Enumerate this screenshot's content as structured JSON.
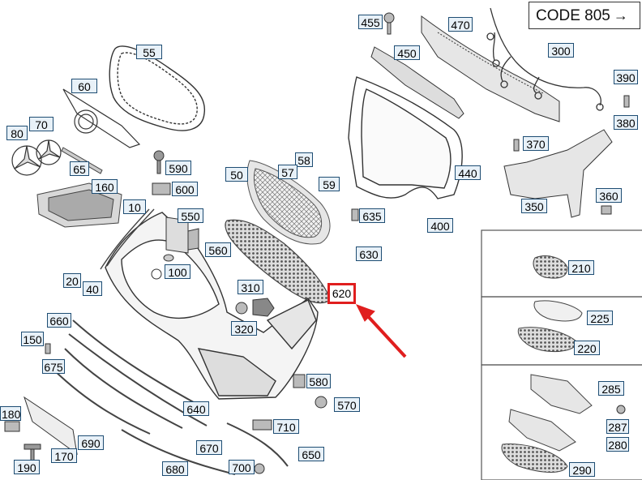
{
  "code_box": {
    "text": "CODE 805",
    "arrow": "→"
  },
  "highlight": {
    "label": "620",
    "color": "#e01e1e"
  },
  "callouts": [
    "455",
    "470",
    "55",
    "450",
    "300",
    "60",
    "390",
    "380",
    "80",
    "70",
    "370",
    "590",
    "58",
    "65",
    "160",
    "57",
    "50",
    "59",
    "440",
    "600",
    "360",
    "10",
    "550",
    "635",
    "350",
    "400",
    "560",
    "630",
    "100",
    "20",
    "310",
    "40",
    "660",
    "150",
    "320",
    "210",
    "225",
    "220",
    "675",
    "580",
    "285",
    "570",
    "180",
    "640",
    "287",
    "710",
    "690",
    "280",
    "170",
    "670",
    "650",
    "190",
    "700",
    "680",
    "290"
  ]
}
